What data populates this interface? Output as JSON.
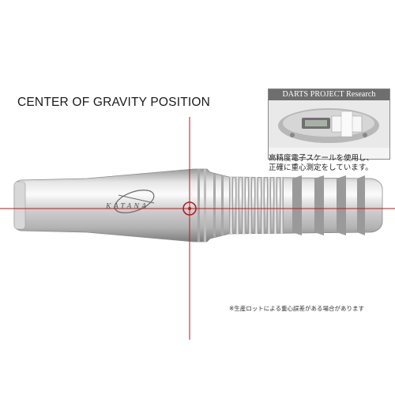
{
  "heading": "CENTER OF GRAVITY POSITION",
  "brand_text": "KATANA",
  "inset": {
    "header": "DARTS PROJECT Research",
    "caption_line1": "高精度電子スケールを使用し、",
    "caption_line2": "正確に重心測定をしています。",
    "image": "electronic-scale-photo"
  },
  "footnote": "※生産ロットによる重心誤差がある場合があります",
  "colors": {
    "crosshair": "#b01c22",
    "barrel_light": "#f2f2f2",
    "barrel_mid": "#c8c8c8",
    "barrel_dark": "#8e8e8e"
  }
}
